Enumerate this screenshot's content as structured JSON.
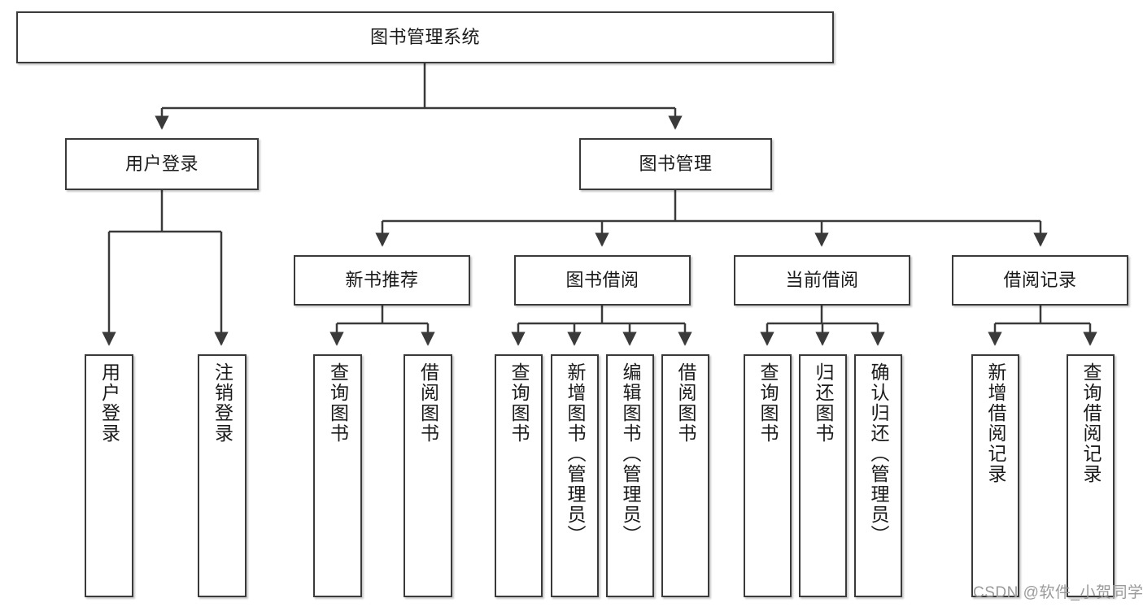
{
  "diagram": {
    "title": "图书管理系统",
    "type": "tree-hierarchy-chart",
    "nodes": {
      "root": {
        "label": "图书管理系统"
      },
      "level2": [
        {
          "id": "user-login",
          "label": "用户登录"
        },
        {
          "id": "book-management",
          "label": "图书管理"
        }
      ],
      "level3": [
        {
          "id": "new-book-recommend",
          "label": "新书推荐"
        },
        {
          "id": "book-borrow",
          "label": "图书借阅"
        },
        {
          "id": "current-borrow",
          "label": "当前借阅"
        },
        {
          "id": "borrow-record",
          "label": "借阅记录"
        }
      ],
      "leaves": [
        {
          "id": "leaf-user-login",
          "label": "用户登录"
        },
        {
          "id": "leaf-logout-login",
          "label": "注销登录"
        },
        {
          "id": "leaf-query-book-1",
          "label": "查询图书"
        },
        {
          "id": "leaf-borrow-book-1",
          "label": "借阅图书"
        },
        {
          "id": "leaf-query-book-2",
          "label": "查询图书"
        },
        {
          "id": "leaf-add-book-admin",
          "label": "新增图书（管理员）"
        },
        {
          "id": "leaf-edit-book-admin",
          "label": "编辑图书（管理员）"
        },
        {
          "id": "leaf-borrow-book-2",
          "label": "借阅图书"
        },
        {
          "id": "leaf-query-book-3",
          "label": "查询图书"
        },
        {
          "id": "leaf-return-book",
          "label": "归还图书"
        },
        {
          "id": "leaf-confirm-return-admin",
          "label": "确认归还（管理员）"
        },
        {
          "id": "leaf-add-borrow-record",
          "label": "新增借阅记录"
        },
        {
          "id": "leaf-query-borrow-record",
          "label": "查询借阅记录"
        }
      ]
    },
    "watermark": "CSDN @软件_小贺同学",
    "colors": {
      "stroke": "#3a3a3a",
      "fill": "#ffffff",
      "text": "#1a1a1a",
      "watermark": "#9a9a9a"
    }
  }
}
